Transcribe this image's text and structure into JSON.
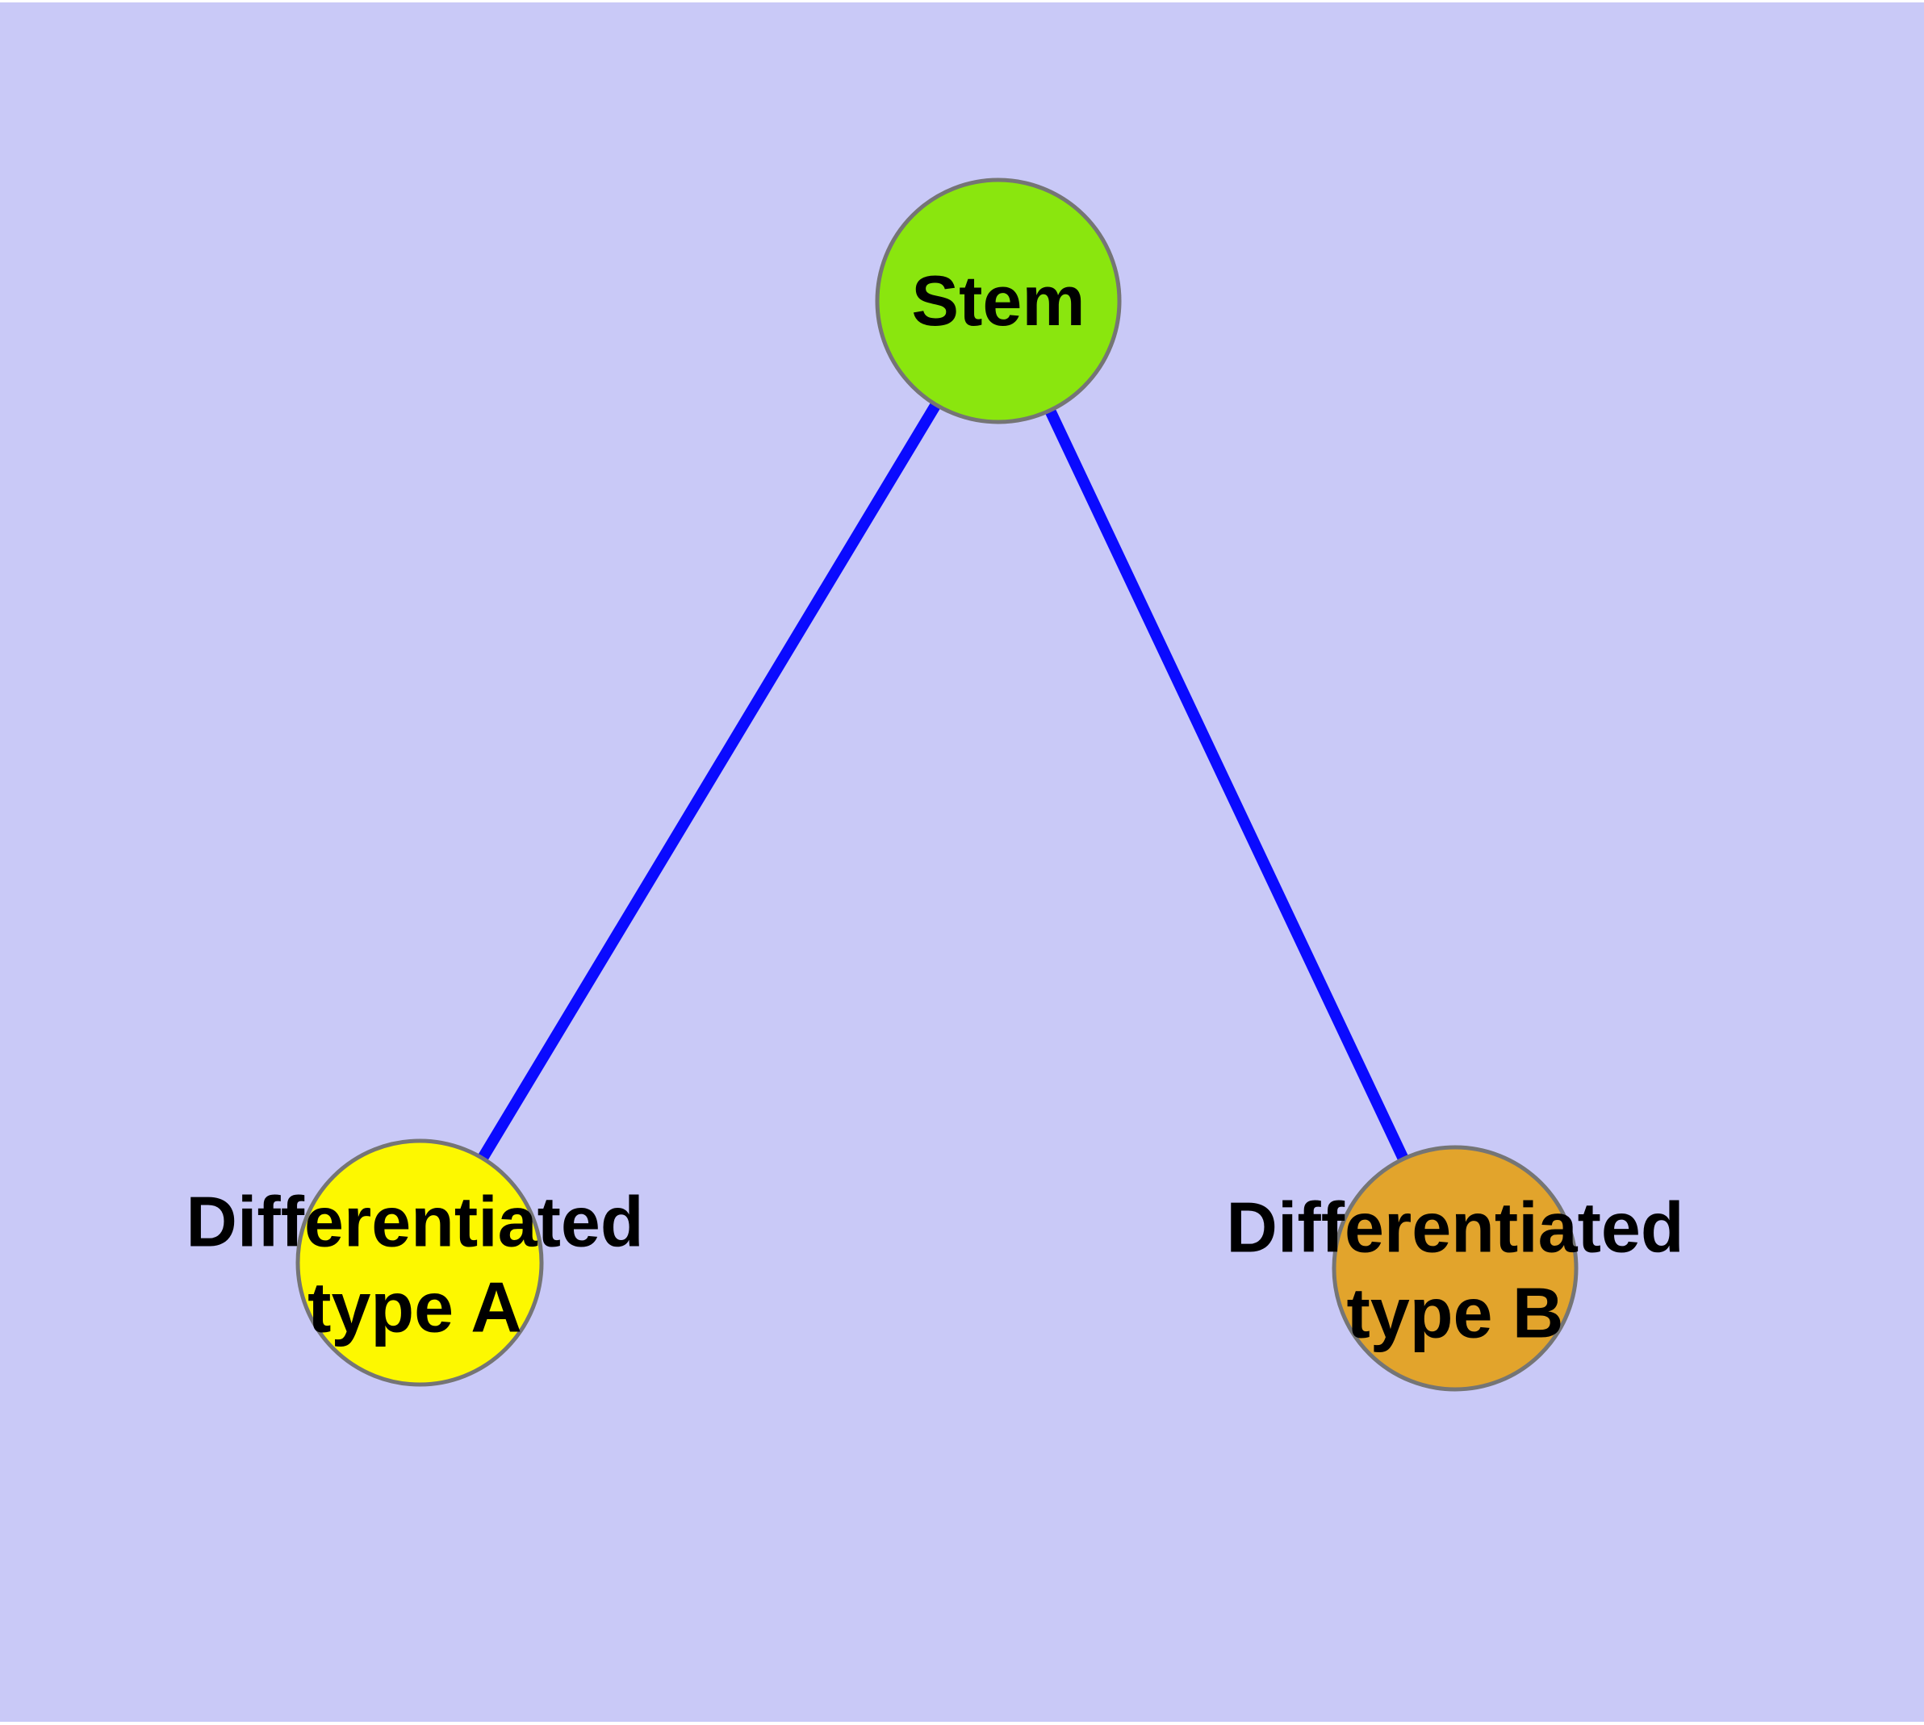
{
  "diagram": {
    "type": "graph",
    "background_color": "#C9C9F7",
    "edge_color": "#0A0AFF",
    "node_border_color": "#757575",
    "nodes": [
      {
        "id": "stem",
        "label": "Stem",
        "lines": [
          "Stem"
        ],
        "fill": "#8AE60E"
      },
      {
        "id": "differentiated-a",
        "label": "Differentiated type A",
        "lines": [
          "Differentiated",
          "type A"
        ],
        "fill": "#FDF800"
      },
      {
        "id": "differentiated-b",
        "label": "Differentiated type B",
        "lines": [
          "Differentiated",
          "type B"
        ],
        "fill": "#E2A42C"
      }
    ],
    "edges": [
      {
        "from": "Stem",
        "to": "Differentiated type A"
      },
      {
        "from": "Stem",
        "to": "Differentiated type B"
      }
    ]
  }
}
